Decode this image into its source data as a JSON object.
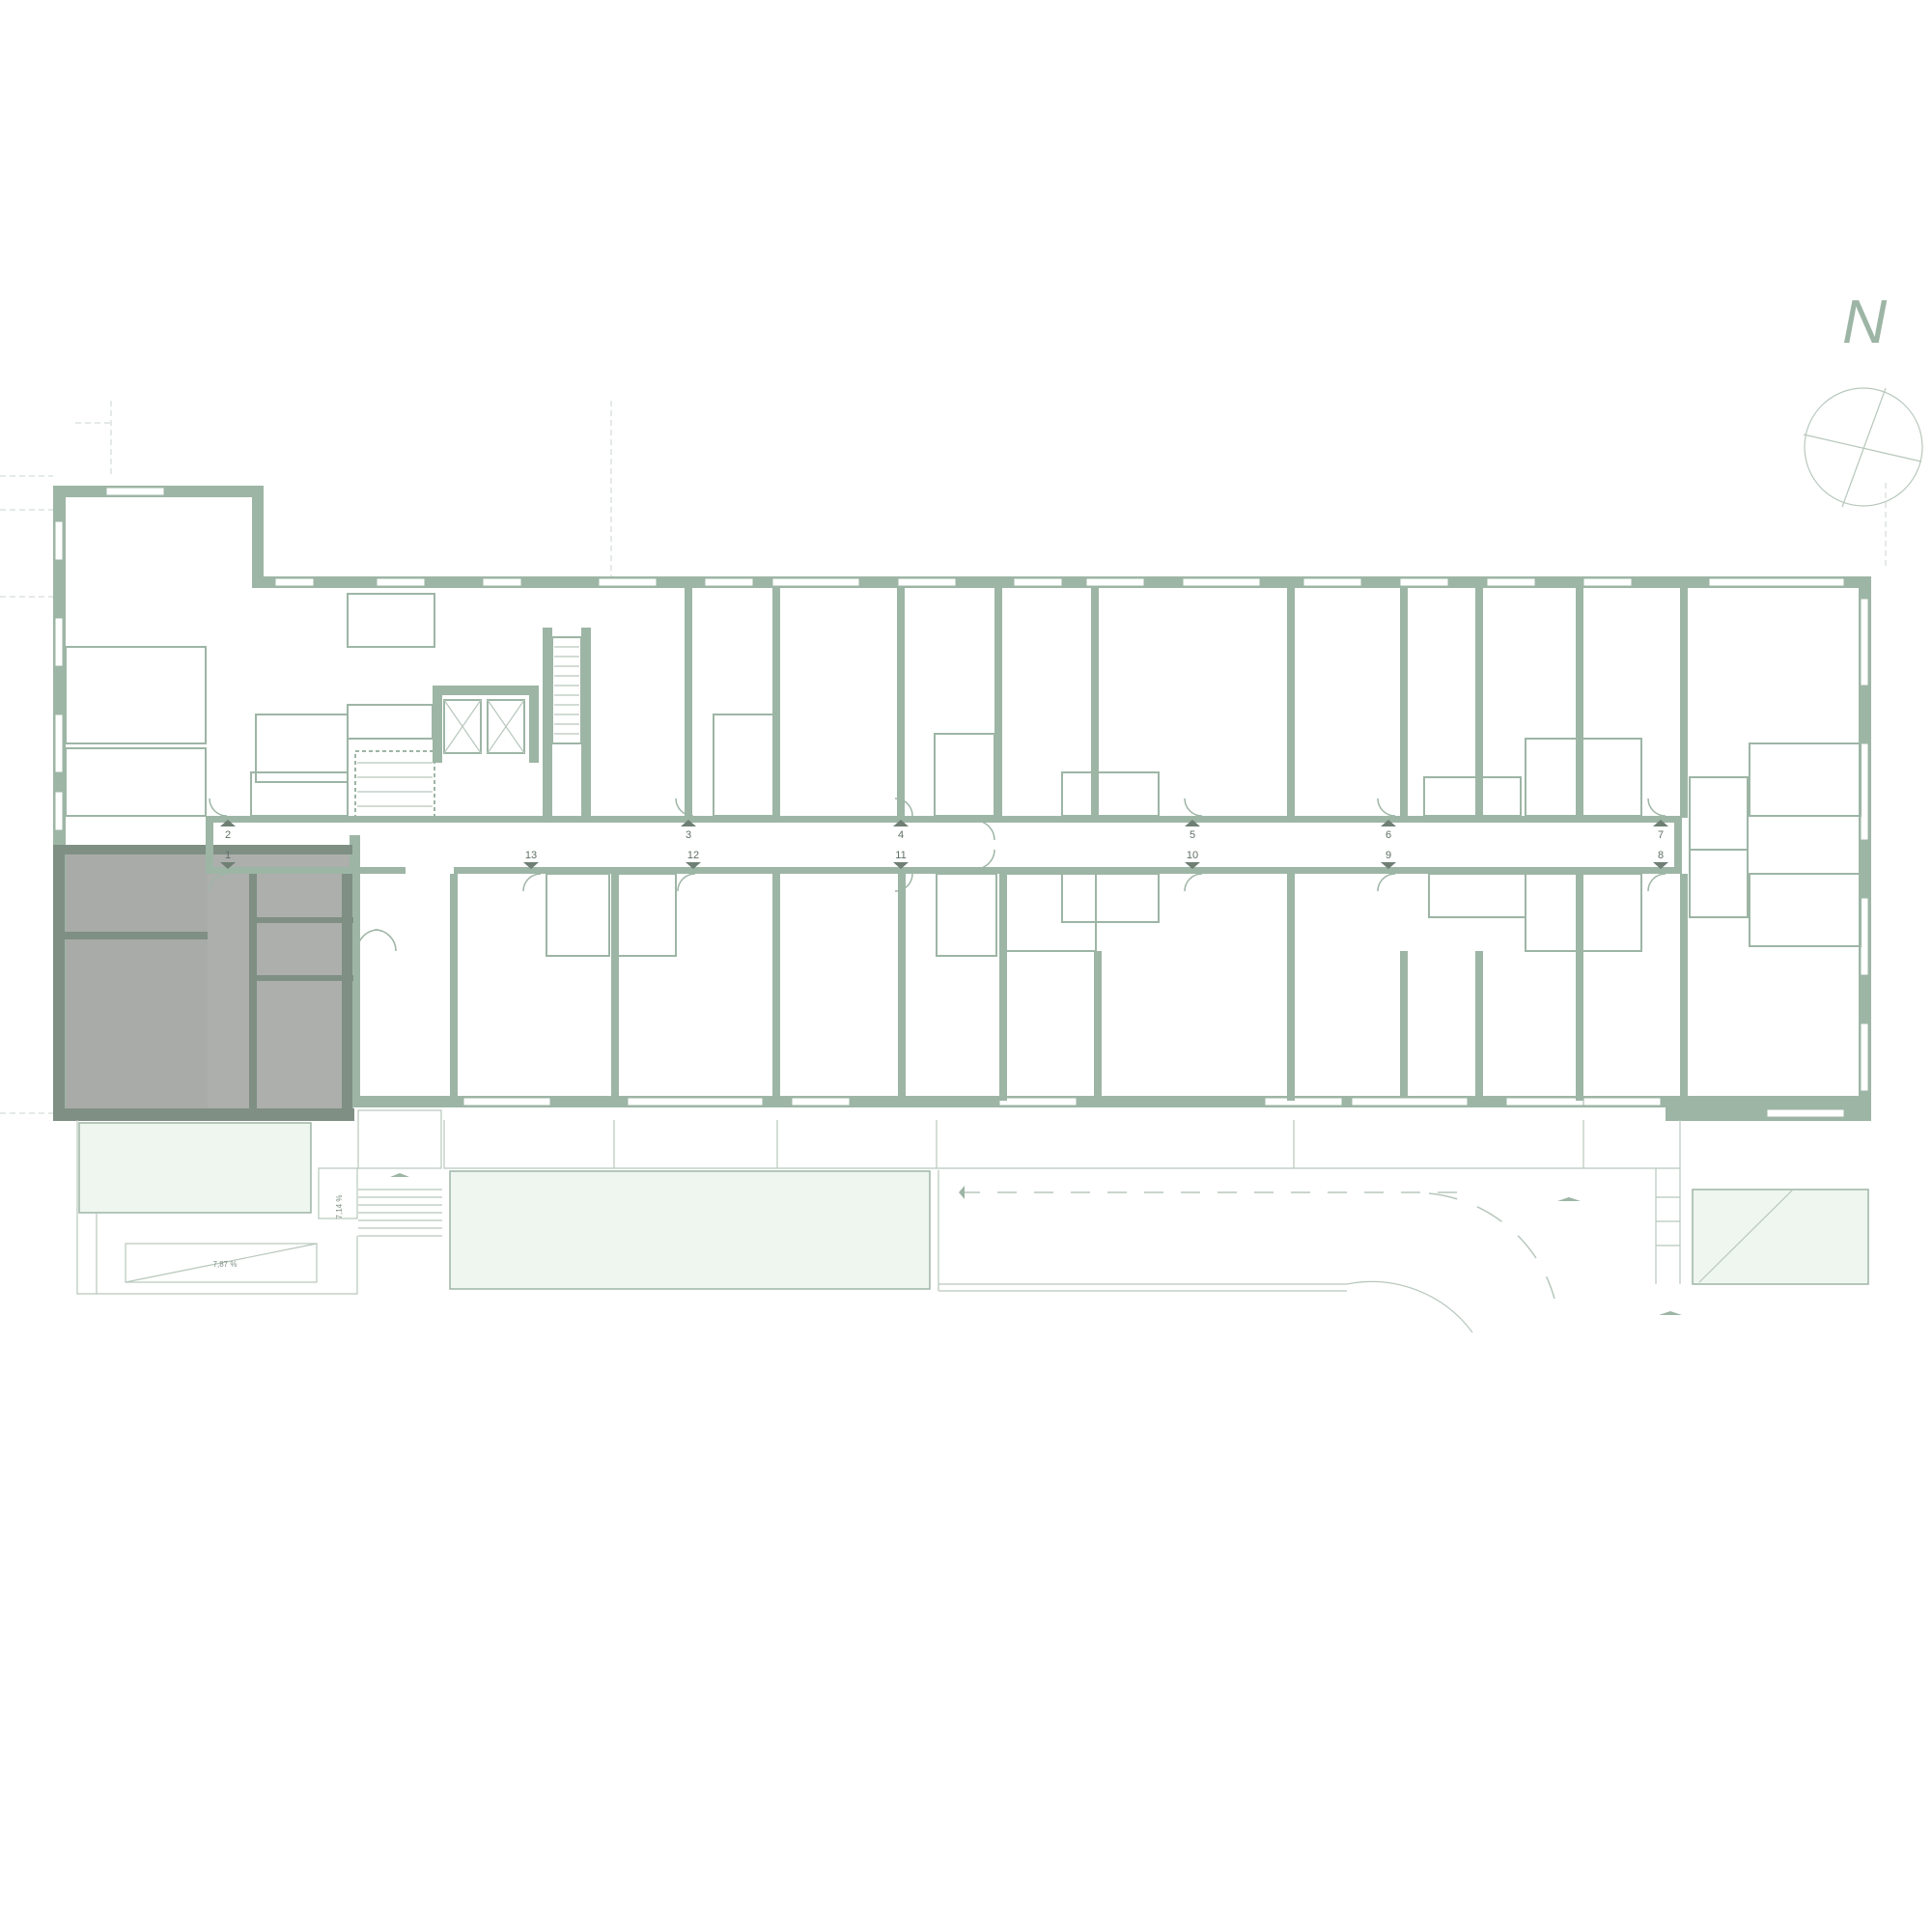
{
  "compass": {
    "label": "N"
  },
  "entrances": {
    "north_side": [
      "2",
      "3",
      "4",
      "5",
      "6",
      "7"
    ],
    "south_side": [
      "1",
      "13",
      "12",
      "11",
      "10",
      "9",
      "8"
    ]
  },
  "ramps": {
    "slope_a": "7,14 %",
    "slope_b": "7,87 %"
  },
  "colors": {
    "wall": "#9db5a5",
    "highlight_unit": "#adafac",
    "highlight_wall": "#7f8f84",
    "garden": "#eef6ef"
  },
  "highlighted_unit": {
    "position": "south-west corner",
    "shaded": true
  }
}
